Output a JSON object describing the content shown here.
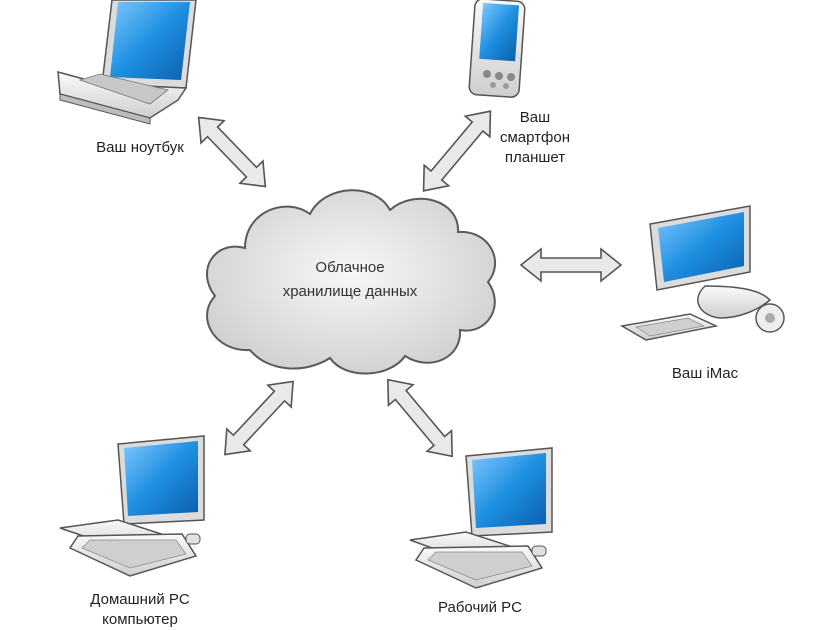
{
  "cloud": {
    "line1": "Облачное",
    "line2": "хранилище данных"
  },
  "devices": {
    "laptop": {
      "label": "Ваш ноутбук",
      "icon": "laptop-icon"
    },
    "smartphone": {
      "line1": "Ваш",
      "line2": "смартфон",
      "line3": "планшет",
      "icon": "smartphone-icon"
    },
    "imac": {
      "label": "Ваш iMac",
      "icon": "imac-icon"
    },
    "home_pc": {
      "line1": "Домашний PC",
      "line2": "компьютер",
      "icon": "desktop-pc-icon"
    },
    "work_pc": {
      "label": "Рабочий PC",
      "icon": "desktop-pc-icon"
    }
  },
  "colors": {
    "screen_blue": "#1e8fe0",
    "arrow_fill": "#e9e9e9",
    "arrow_stroke": "#555555",
    "cloud_fill": "#e6e6e6",
    "device_body": "#f2f2f2"
  }
}
